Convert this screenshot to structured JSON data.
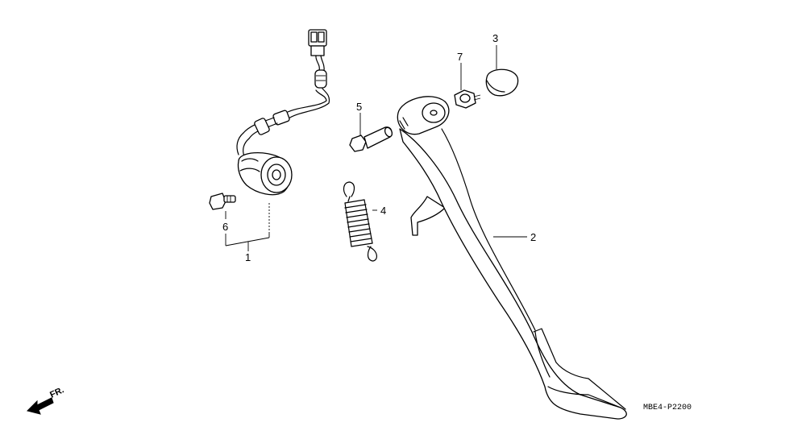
{
  "callouts": {
    "part1": "1",
    "part2": "2",
    "part3": "3",
    "part4": "4",
    "part5": "5",
    "part6": "6",
    "part7": "7"
  },
  "direction_label": "FR.",
  "diagram_code": "MBE4-P2200"
}
